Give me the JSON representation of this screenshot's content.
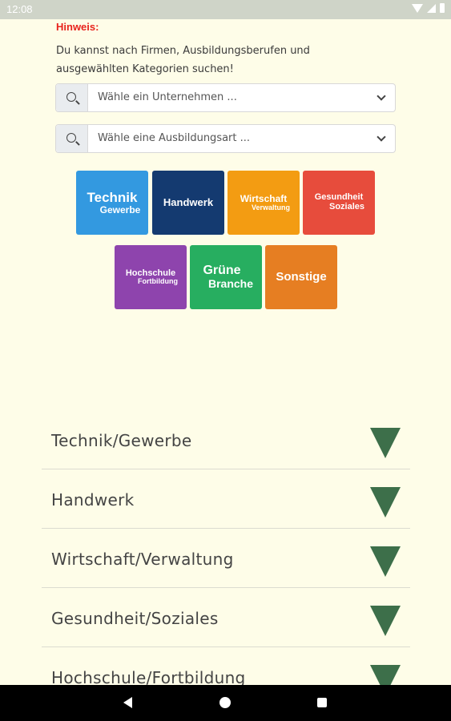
{
  "status_bar": {
    "time": "12:08",
    "icons": [
      "wifi-icon",
      "signal-icon",
      "battery-icon"
    ]
  },
  "hint": {
    "title": "Hinweis:",
    "line1": "Du kannst nach Firmen, Ausbildungsberufen und",
    "line2": "ausgewählten Kategorien suchen!"
  },
  "search": {
    "company_placeholder": "Wähle ein Unternehmen ...",
    "type_placeholder": "Wähle eine Ausbildungsart ..."
  },
  "tiles": [
    {
      "line1": "Technik",
      "line2": "Gewerbe",
      "color": "#3399e0"
    },
    {
      "line1": "Handwerk",
      "line2": "",
      "color": "#143a70"
    },
    {
      "line1": "Wirtschaft",
      "line2": "Verwaltung",
      "color": "#f39c12"
    },
    {
      "line1": "Gesundheit",
      "line2": "Soziales",
      "color": "#e74c3c"
    },
    {
      "line1": "Hochschule",
      "line2": "Fortbildung",
      "color": "#8e44ad"
    },
    {
      "line1": "Grüne",
      "line2": "Branche",
      "color": "#27ae60"
    },
    {
      "line1": "Sonstige",
      "line2": "",
      "color": "#e67e22"
    }
  ],
  "categories": [
    "Technik/Gewerbe",
    "Handwerk",
    "Wirtschaft/Verwaltung",
    "Gesundheit/Soziales",
    "Hochschule/Fortbildung"
  ],
  "colors": {
    "background": "#fefde8",
    "accent_arrow": "#3d6f4a",
    "hint_title": "#e8231d"
  },
  "nav": {
    "icons": [
      "back-icon",
      "home-icon",
      "recents-icon"
    ]
  }
}
